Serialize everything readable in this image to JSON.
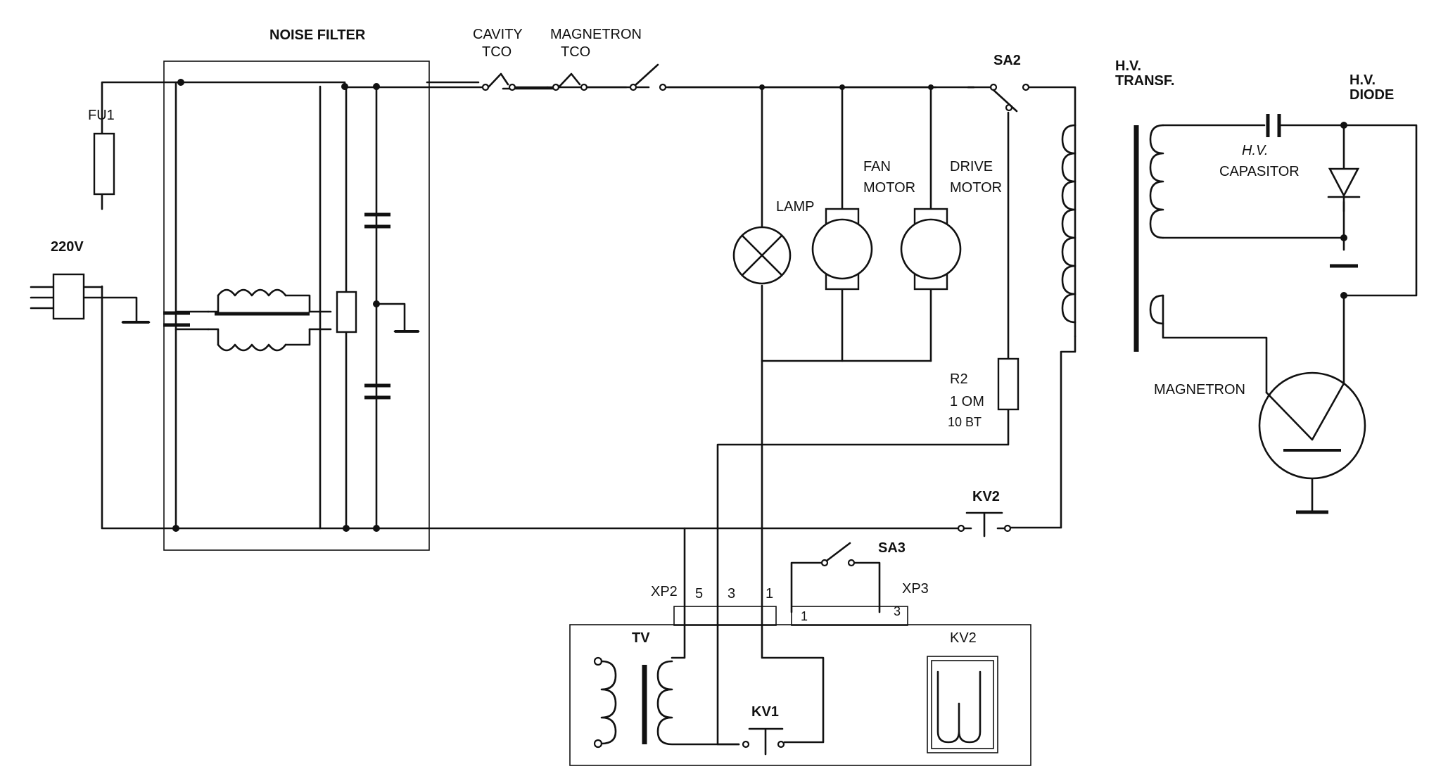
{
  "labels": {
    "noise_filter": "NOISE FILTER",
    "fu1": "FU1",
    "voltage": "220V",
    "cavity_tco_1": "CAVITY",
    "cavity_tco_2": "TCO",
    "magnetron_tco_1": "MAGNETRON",
    "magnetron_tco_2": "TCO",
    "sa2": "SA2",
    "hv_transf_1": "H.V.",
    "hv_transf_2": "TRANSF.",
    "hv_diode_1": "H.V.",
    "hv_diode_2": "DIODE",
    "hv_cap_1": "H.V.",
    "hv_cap_2": "CAPASITOR",
    "lamp": "LAMP",
    "fan_motor_1": "FAN",
    "fan_motor_2": "MOTOR",
    "drive_motor_1": "DRIVE",
    "drive_motor_2": "MOTOR",
    "r2_1": "R2",
    "r2_2": "1 OM",
    "r2_3": "10 BT",
    "magnetron": "MAGNETRON",
    "kv2_top": "KV2",
    "sa3": "SA3",
    "xp2": "XP2",
    "xp2_pin5": "5",
    "xp2_pin3": "3",
    "xp2_pin1": "1",
    "xp3": "XP3",
    "xp3_pin1": "1",
    "xp3_pin3": "3",
    "tv": "TV",
    "kv1": "KV1",
    "kv2_board": "KV2"
  }
}
